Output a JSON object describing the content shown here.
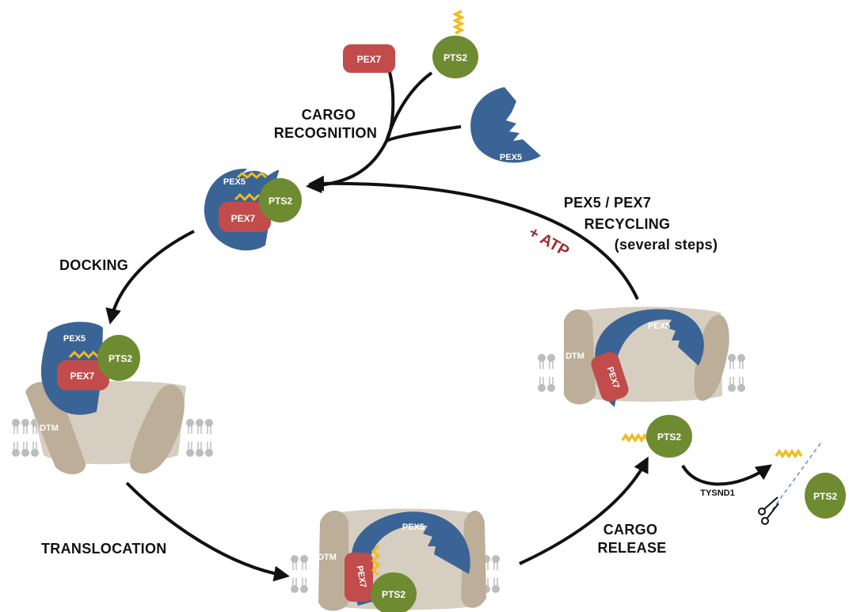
{
  "steps": {
    "cargo_recognition": [
      "CARGO",
      "RECOGNITION"
    ],
    "docking": "DOCKING",
    "translocation": "TRANSLOCATION",
    "cargo_release": [
      "CARGO",
      "RELEASE"
    ],
    "recycling": [
      "PEX5 / PEX7",
      "RECYCLING",
      "(several steps)"
    ],
    "atp": "+ ATP",
    "protease": "TYSND1"
  },
  "molecules": {
    "pex5": "PEX5",
    "pex7": "PEX7",
    "pts2": "PTS2",
    "dtm": "DTM"
  },
  "colors": {
    "pex5": "#3a6496",
    "pex7": "#c24b4b",
    "pts2": "#6e8b32",
    "pts2_signal": "#f2bc1a",
    "dtm": "#bcae98",
    "membrane": "#bdbdbd",
    "arrow": "#111111",
    "atp": "#9a3030"
  }
}
